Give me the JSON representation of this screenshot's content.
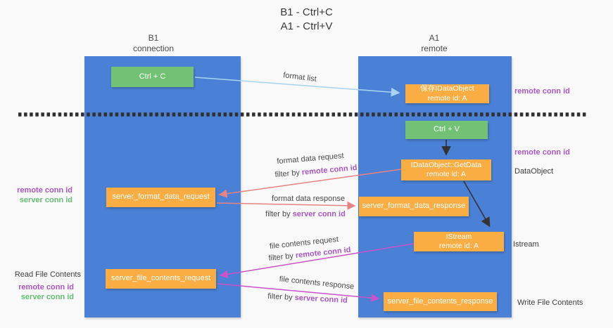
{
  "title": {
    "line1": "B1 - Ctrl+C",
    "line2": "A1 - Ctrl+V"
  },
  "lanes": {
    "left": {
      "name": "B1",
      "role": "connection"
    },
    "right": {
      "name": "A1",
      "role": "remote"
    }
  },
  "nodes": {
    "ctrl_c": "Ctrl + C",
    "save_dataobject": {
      "line1": "保存IDataObject",
      "line2": "remote id: A"
    },
    "ctrl_v": "Ctrl + V",
    "getdata": {
      "line1": "IDataObject::GetData",
      "line2": "remote id: A"
    },
    "format_request": "server_format_data_request",
    "format_response": "server_format_data_response",
    "istream": {
      "line1": "IStream",
      "line2": "remote id: A"
    },
    "file_request": "server_file_contents_request",
    "file_response": "server_file_contents_response"
  },
  "side_labels": {
    "remote_conn_id": "remote conn id",
    "server_conn_id": "server conn id",
    "dataobject": "DataObject",
    "istream": "Istream",
    "read_file": "Read File Contents",
    "write_file": "Write File Contents"
  },
  "flow_labels": {
    "format_list": "format list",
    "format_data_request": "format data request",
    "format_data_response": "format data response",
    "file_contents_request": "file contents request",
    "file_contents_response": "file contents response",
    "filter_by": "filter by"
  },
  "colors": {
    "lane_blue": "#4a80d6",
    "node_orange": "#f9ad42",
    "node_green": "#72c174",
    "purple_text": "#a957c4",
    "green_text": "#63bd72",
    "arrow_light_blue": "#a9d5f2",
    "arrow_salmon": "#e88383",
    "arrow_magenta": "#ca52ca",
    "arrow_black": "#333333",
    "dashed_divider": "#2f2f2f"
  }
}
